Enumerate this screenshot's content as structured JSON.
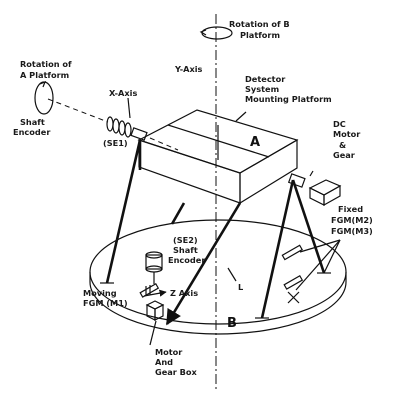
{
  "labels": {
    "rotation_b_1": "Rotation of B",
    "rotation_b_2": "Platform",
    "y_axis": "Y-Axis",
    "rotation_a_1": "Rotation of",
    "rotation_a_2": "A Platform",
    "detector_1": "Detector",
    "detector_2": "System",
    "detector_3": "Mounting Platform",
    "x_axis": "X-Axis",
    "shaft_encoder_1_1": "Shaft",
    "shaft_encoder_1_2": "Encoder",
    "se1": "(SE1)",
    "platform_a": "A",
    "dc_motor_1": "DC",
    "dc_motor_2": "Motor",
    "dc_motor_3": "&",
    "dc_motor_4": "Gear",
    "fixed_fgm_1": "Fixed",
    "fixed_fgm_2": "FGM(M2)",
    "fixed_fgm_3": "FGM(M3)",
    "se2_1": "(SE2)",
    "se2_2": "Shaft",
    "se2_3": "Encoder",
    "moving_fgm_1": "Moving",
    "moving_fgm_2": "FGM (M1)",
    "z_axis": "Z Axis",
    "l_label": "L",
    "platform_b": "B",
    "motor_gear_1": "Motor",
    "motor_gear_2": "And",
    "motor_gear_3": "Gear Box"
  },
  "colors": {
    "ink": "#111111",
    "background": "#ffffff"
  }
}
